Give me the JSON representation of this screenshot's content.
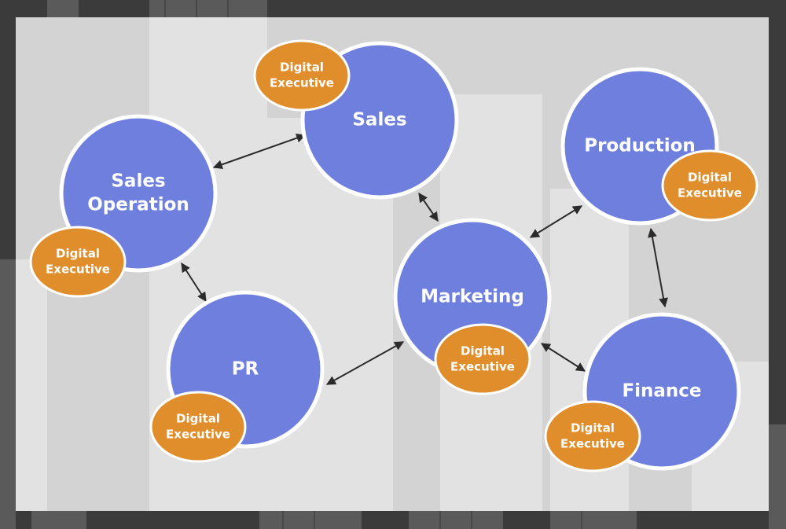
{
  "background": {
    "frame_color": "#3a3a3a",
    "panel_color": "#ececec"
  },
  "colors": {
    "department_fill": "#6e7fdd",
    "department_stroke": "#ffffff",
    "badge_fill": "#e08e2b",
    "connector": "#2b2b2b"
  },
  "departments": [
    {
      "id": "sales",
      "lines": [
        "Sales"
      ],
      "badge": [
        "Digital",
        "Executive"
      ]
    },
    {
      "id": "sales-operation",
      "lines": [
        "Sales",
        "Operation"
      ],
      "badge": [
        "Digital",
        "Executive"
      ]
    },
    {
      "id": "production",
      "lines": [
        "Production"
      ],
      "badge": [
        "Digital",
        "Executive"
      ]
    },
    {
      "id": "marketing",
      "lines": [
        "Marketing"
      ],
      "badge": [
        "Digital",
        "Executive"
      ]
    },
    {
      "id": "pr",
      "lines": [
        "PR"
      ],
      "badge": [
        "Digital",
        "Executive"
      ]
    },
    {
      "id": "finance",
      "lines": [
        "Finance"
      ],
      "badge": [
        "Digital",
        "Executive"
      ]
    }
  ],
  "connections": [
    {
      "from": "sales-operation",
      "to": "sales"
    },
    {
      "from": "sales",
      "to": "marketing"
    },
    {
      "from": "sales-operation",
      "to": "pr"
    },
    {
      "from": "pr",
      "to": "marketing"
    },
    {
      "from": "marketing",
      "to": "production"
    },
    {
      "from": "marketing",
      "to": "finance"
    },
    {
      "from": "production",
      "to": "finance"
    }
  ]
}
